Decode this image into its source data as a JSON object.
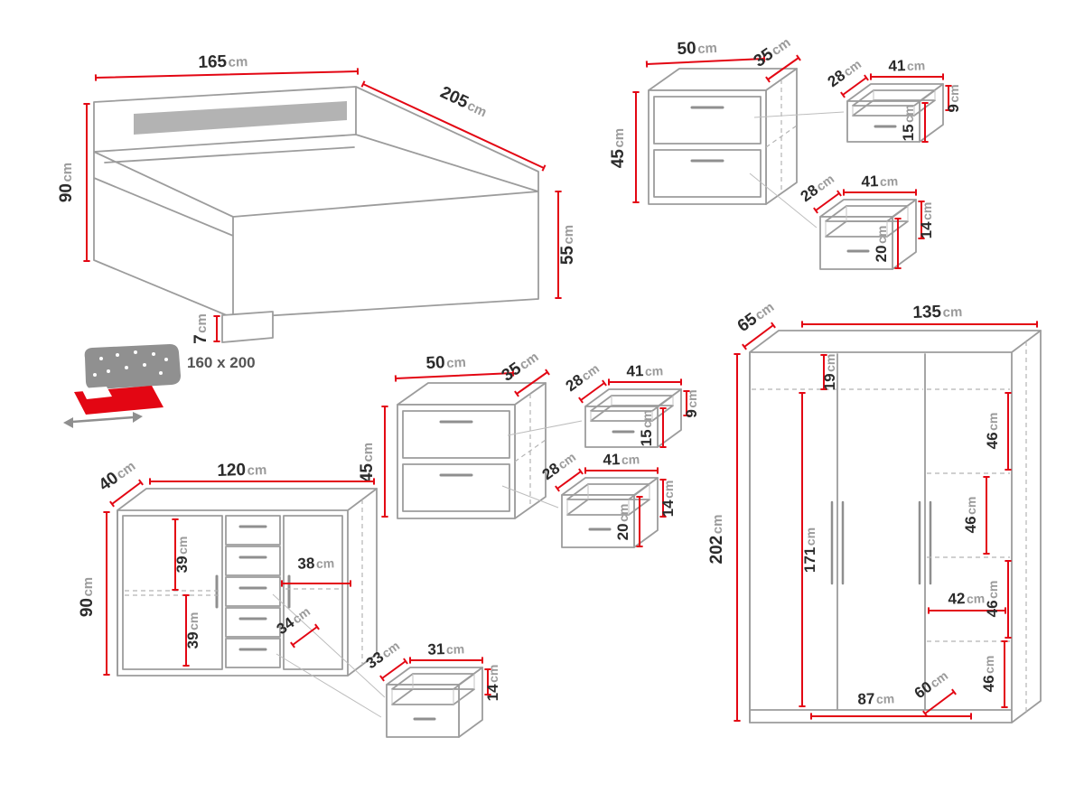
{
  "colors": {
    "outline_gray": "#9c9c9c",
    "dimension_red": "#e30613",
    "number_text": "#2b2b2b",
    "unit_text": "#9b9b9b"
  },
  "bed": {
    "width": {
      "v": "165",
      "u": "cm"
    },
    "length": {
      "v": "205",
      "u": "cm"
    },
    "headboard_height": {
      "v": "90",
      "u": "cm"
    },
    "footend_height": {
      "v": "55",
      "u": "cm"
    },
    "leg_height": {
      "v": "7",
      "u": "cm"
    },
    "mattress_size": "160 x 200"
  },
  "nightstands": [
    {
      "width": {
        "v": "50",
        "u": "cm"
      },
      "depth": {
        "v": "35",
        "u": "cm"
      },
      "height": {
        "v": "45",
        "u": "cm"
      },
      "top_drawer": {
        "depth": {
          "v": "28",
          "u": "cm"
        },
        "width": {
          "v": "41",
          "u": "cm"
        },
        "back_height": {
          "v": "9",
          "u": "cm"
        },
        "front_height": {
          "v": "15",
          "u": "cm"
        }
      },
      "bottom_drawer": {
        "depth": {
          "v": "28",
          "u": "cm"
        },
        "width": {
          "v": "41",
          "u": "cm"
        },
        "back_height": {
          "v": "14",
          "u": "cm"
        },
        "front_height": {
          "v": "20",
          "u": "cm"
        }
      }
    },
    {
      "width": {
        "v": "50",
        "u": "cm"
      },
      "depth": {
        "v": "35",
        "u": "cm"
      },
      "height": {
        "v": "45",
        "u": "cm"
      },
      "top_drawer": {
        "depth": {
          "v": "28",
          "u": "cm"
        },
        "width": {
          "v": "41",
          "u": "cm"
        },
        "back_height": {
          "v": "9",
          "u": "cm"
        },
        "front_height": {
          "v": "15",
          "u": "cm"
        }
      },
      "bottom_drawer": {
        "depth": {
          "v": "28",
          "u": "cm"
        },
        "width": {
          "v": "41",
          "u": "cm"
        },
        "back_height": {
          "v": "14",
          "u": "cm"
        },
        "front_height": {
          "v": "20",
          "u": "cm"
        }
      }
    }
  ],
  "dresser": {
    "depth": {
      "v": "40",
      "u": "cm"
    },
    "width": {
      "v": "120",
      "u": "cm"
    },
    "height": {
      "v": "90",
      "u": "cm"
    },
    "upper_compartment_height": {
      "v": "39",
      "u": "cm"
    },
    "shelf_width": {
      "v": "38",
      "u": "cm"
    },
    "lower_compartment_height": {
      "v": "39",
      "u": "cm"
    },
    "interior_depth": {
      "v": "34",
      "u": "cm"
    },
    "drawer": {
      "depth": {
        "v": "33",
        "u": "cm"
      },
      "width": {
        "v": "31",
        "u": "cm"
      },
      "height": {
        "v": "14",
        "u": "cm"
      }
    }
  },
  "wardrobe": {
    "depth": {
      "v": "65",
      "u": "cm"
    },
    "width": {
      "v": "135",
      "u": "cm"
    },
    "height": {
      "v": "202",
      "u": "cm"
    },
    "top_shelf_gap": {
      "v": "19",
      "u": "cm"
    },
    "shelf_gap_1": {
      "v": "46",
      "u": "cm"
    },
    "shelf_gap_2": {
      "v": "46",
      "u": "cm"
    },
    "shelf_gap_3": {
      "v": "46",
      "u": "cm"
    },
    "hanging_height": {
      "v": "171",
      "u": "cm"
    },
    "shelf_column_width": {
      "v": "42",
      "u": "cm"
    },
    "bottom_compartment": {
      "v": "46",
      "u": "cm"
    },
    "interior_depth": {
      "v": "60",
      "u": "cm"
    },
    "interior_width": {
      "v": "87",
      "u": "cm"
    }
  }
}
